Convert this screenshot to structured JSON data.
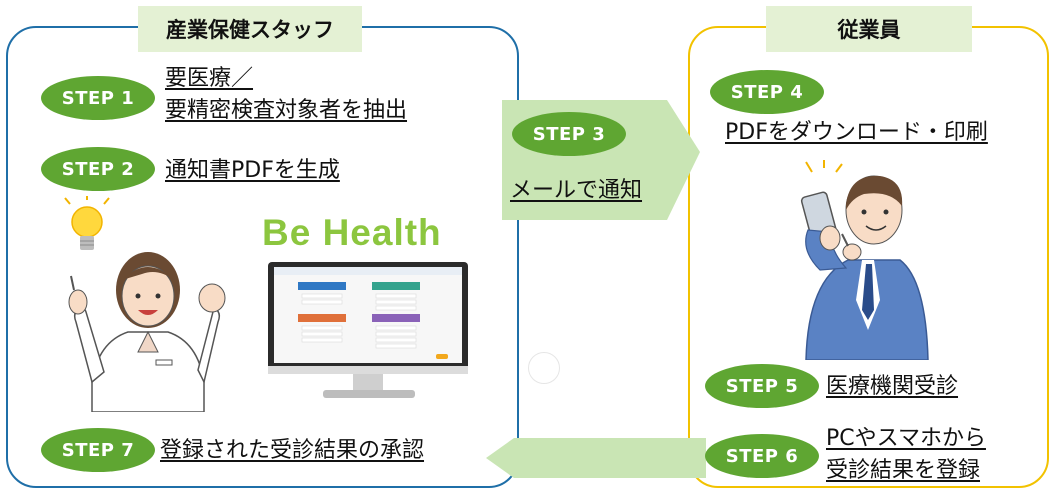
{
  "left_title": "産業保健スタッフ",
  "right_title": "従業員",
  "brand": "Be Health",
  "steps": {
    "s1": {
      "badge": "STEP 1",
      "line1": "要医療／",
      "line2": "要精密検査対象者を抽出"
    },
    "s2": {
      "badge": "STEP 2",
      "text": "通知書PDFを生成"
    },
    "s3": {
      "badge": "STEP 3",
      "text": "メールで通知"
    },
    "s4": {
      "badge": "STEP 4",
      "text": "PDFをダウンロード・印刷"
    },
    "s5": {
      "badge": "STEP 5",
      "text": "医療機関受診"
    },
    "s6": {
      "badge": "STEP 6",
      "line1": "PCやスマホから",
      "line2": "受診結果を登録"
    },
    "s7": {
      "badge": "STEP 7",
      "text": "登録された受診結果の承認"
    }
  },
  "colors": {
    "step_green": "#5fa632",
    "left_border": "#1f6fa8",
    "right_border": "#f2c200",
    "arrow_green": "#c9e5b4",
    "tag_bg": "#e4f1d4"
  }
}
